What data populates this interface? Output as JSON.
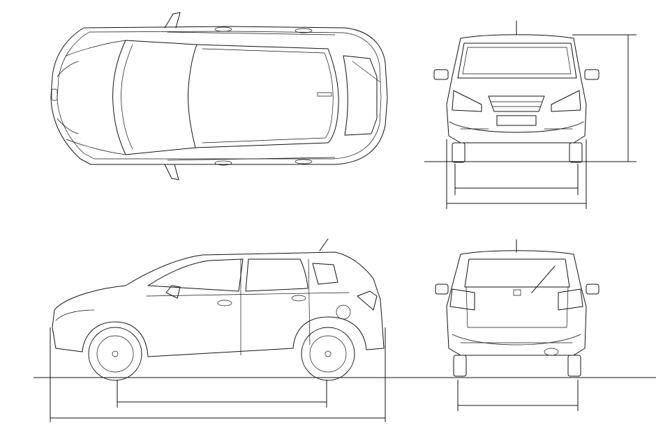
{
  "drawing": {
    "views": [
      "top-view",
      "front-view",
      "side-view",
      "rear-view"
    ]
  },
  "colors": {
    "ink": "#111111",
    "background": "#ffffff"
  }
}
